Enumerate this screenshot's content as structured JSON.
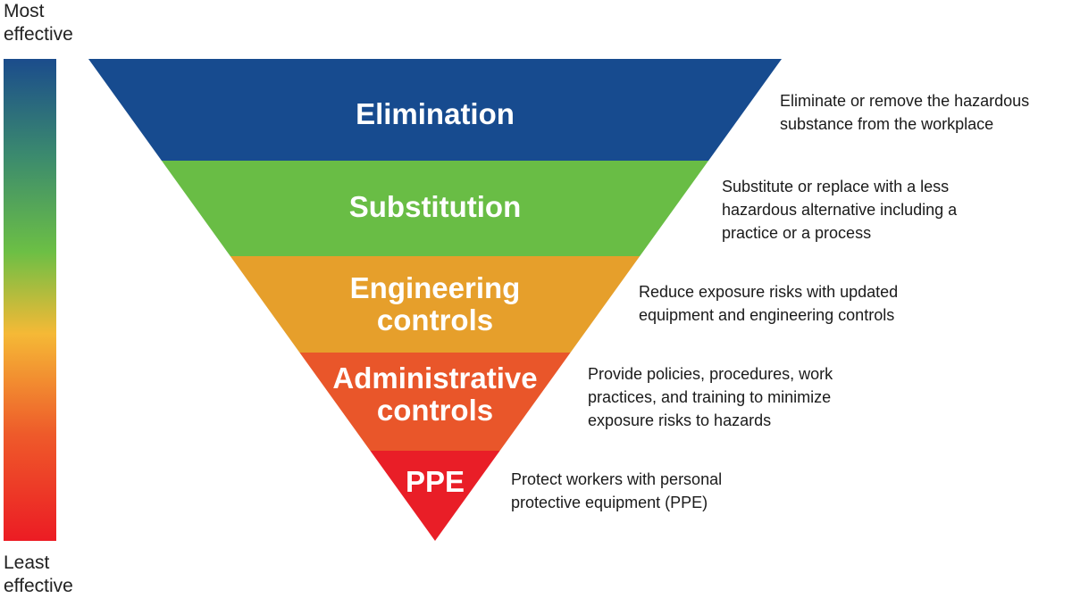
{
  "scale": {
    "top_label": [
      "Most",
      "effective"
    ],
    "bottom_label": [
      "Least",
      "effective"
    ],
    "gradient_colors": [
      "#1b4c8c",
      "#3b8a6e",
      "#6cbf45",
      "#f5b936",
      "#ee5a2a",
      "#ec1c24"
    ]
  },
  "tiers": [
    {
      "label": [
        "Elimination"
      ],
      "color": "#174b8f",
      "description": [
        "Eliminate or remove the hazardous",
        "substance from the workplace"
      ]
    },
    {
      "label": [
        "Substitution"
      ],
      "color": "#69bd45",
      "description": [
        "Substitute or replace with a less",
        "hazardous alternative including a",
        "practice or a process"
      ]
    },
    {
      "label": [
        "Engineering",
        "controls"
      ],
      "color": "#e69f2b",
      "description": [
        "Reduce exposure risks with updated",
        "equipment and engineering controls"
      ]
    },
    {
      "label": [
        "Administrative",
        "controls"
      ],
      "color": "#e9562a",
      "description": [
        "Provide policies, procedures, work",
        "practices, and training to minimize",
        "exposure risks to hazards"
      ]
    },
    {
      "label": [
        "PPE"
      ],
      "color": "#e91e27",
      "description": [
        "Protect workers with personal",
        "protective equipment (PPE)"
      ]
    }
  ]
}
